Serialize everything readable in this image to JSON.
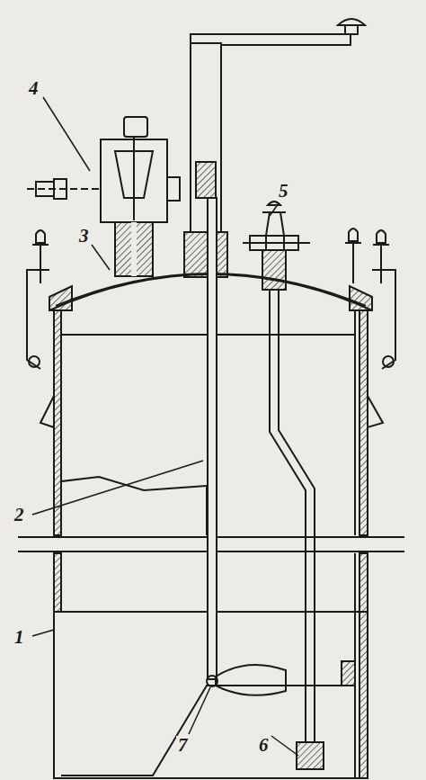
{
  "diagram": {
    "labels": [
      "4",
      "5",
      "3",
      "2",
      "1",
      "7",
      "6"
    ]
  }
}
